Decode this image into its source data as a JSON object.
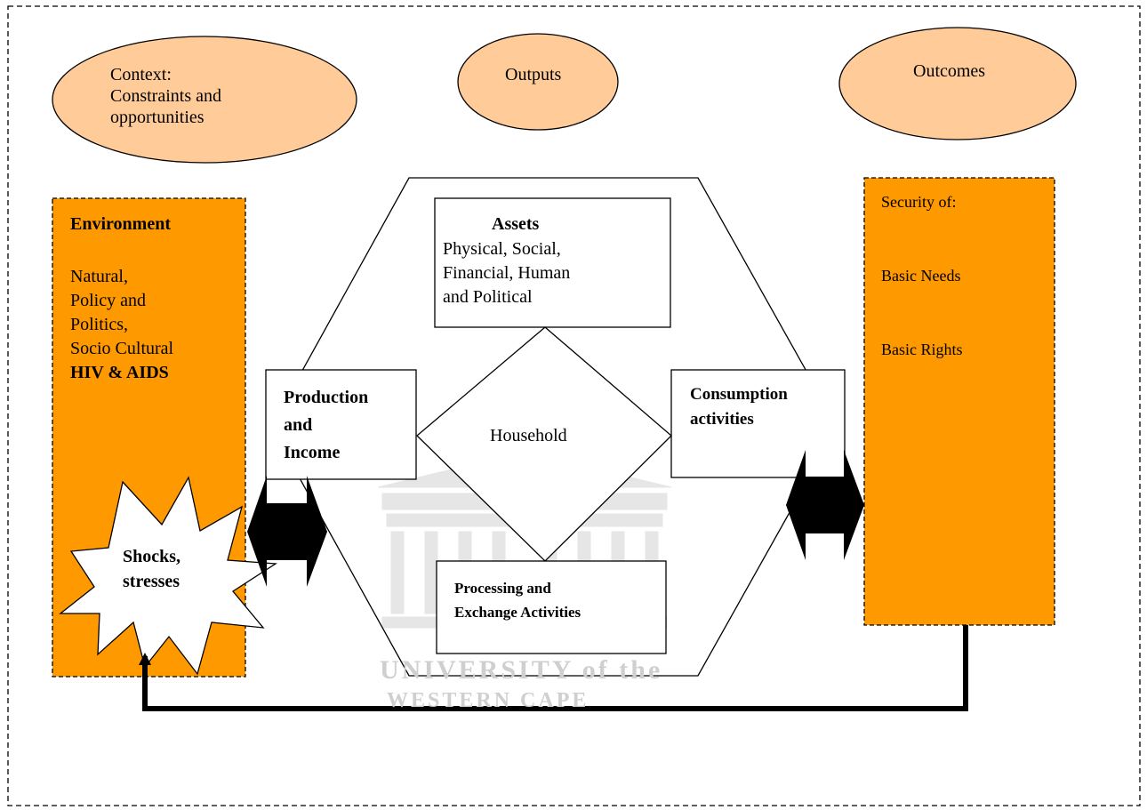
{
  "context_ellipse": {
    "lines": [
      "Context:",
      "Constraints and",
      "opportunities"
    ]
  },
  "outputs_ellipse": {
    "label": "Outputs"
  },
  "outcomes_ellipse": {
    "label": "Outcomes"
  },
  "environment_box": {
    "heading": "Environment",
    "lines": [
      "Natural,",
      "Policy and",
      "Politics,",
      "Socio Cultural"
    ],
    "highlight": "HIV & AIDS"
  },
  "shocks": {
    "lines": [
      "Shocks,",
      "stresses"
    ]
  },
  "assets_box": {
    "heading": "Assets",
    "lines": [
      "Physical, Social,",
      "Financial, Human",
      "and Political"
    ]
  },
  "production_box": {
    "lines": [
      "Production",
      "and",
      "Income"
    ]
  },
  "household": {
    "label": "Household"
  },
  "consumption_box": {
    "lines": [
      "Consumption",
      "activities"
    ]
  },
  "processing_box": {
    "lines": [
      "Processing and",
      "Exchange Activities"
    ]
  },
  "security_box": {
    "heading": "Security of:",
    "items": [
      "Basic Needs",
      "Basic Rights"
    ]
  },
  "watermark": {
    "lines": [
      "UNIVERSITY of the",
      "WESTERN CAPE"
    ]
  },
  "colors": {
    "orange": "#FF9900",
    "peach": "#FFCC99",
    "border": "#000000"
  }
}
